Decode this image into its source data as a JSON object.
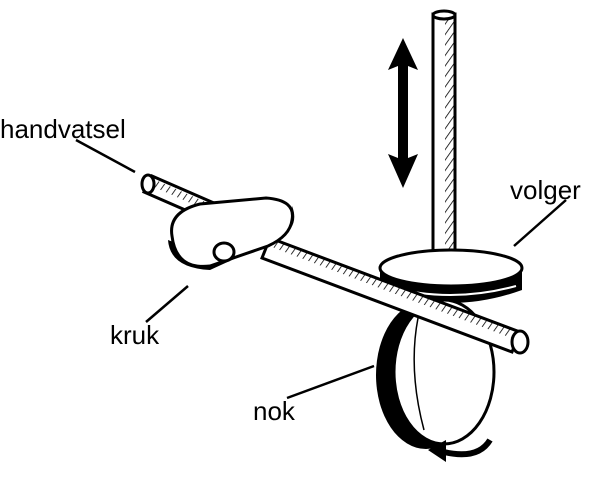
{
  "labels": {
    "handle": "handvatsel",
    "follower": "volger",
    "crank": "kruk",
    "cam": "nok"
  },
  "colors": {
    "ink": "#000000",
    "paper": "#ffffff"
  },
  "icons": {
    "follower_motion": "double-headed-vertical-arrow-icon",
    "cam_rotation": "curved-rotation-arrow-icon"
  }
}
